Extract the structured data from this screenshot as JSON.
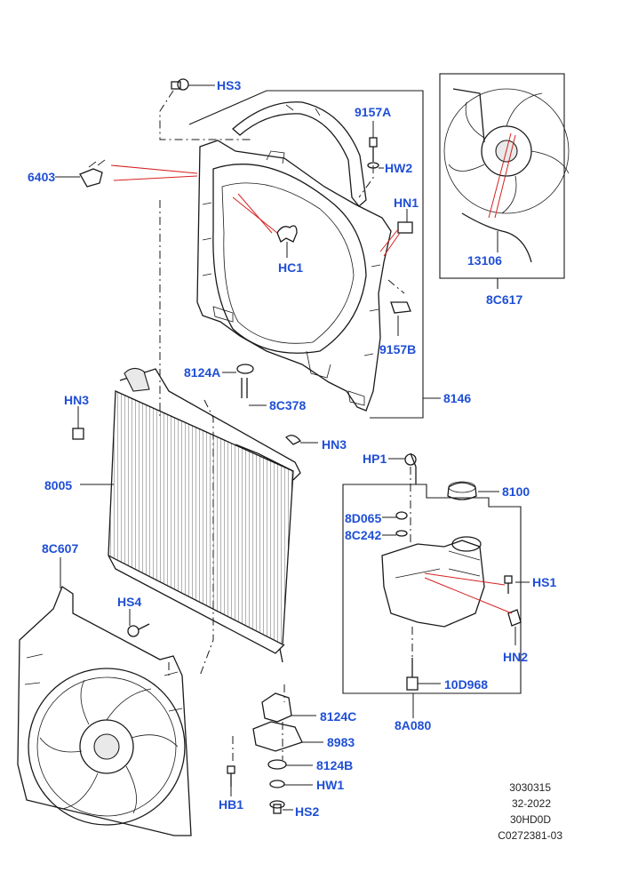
{
  "callouts": {
    "hs3": "HS3",
    "n9157a": "9157A",
    "hw2": "HW2",
    "n6403": "6403",
    "hn1": "HN1",
    "hc1": "HC1",
    "n13106": "13106",
    "n8c617": "8C617",
    "n9157b": "9157B",
    "n8124a": "8124A",
    "hn3_left": "HN3",
    "n8c378": "8C378",
    "n8146": "8146",
    "hn3_right": "HN3",
    "hp1": "HP1",
    "n8005": "8005",
    "n8100": "8100",
    "n8d065": "8D065",
    "n8c242": "8C242",
    "n8c607": "8C607",
    "hs1": "HS1",
    "hs4": "HS4",
    "hn2": "HN2",
    "n10d968": "10D968",
    "n8124c": "8124C",
    "n8a080": "8A080",
    "n8983": "8983",
    "n8124b": "8124B",
    "hw1": "HW1",
    "hb1": "HB1",
    "hs2": "HS2"
  },
  "reference": {
    "line1": "3030315",
    "line2": "32-2022",
    "line3": "30HD0D",
    "line4": "C0272381-03"
  },
  "colors": {
    "callout_text": "#1f4fd6",
    "line_art": "#1a1a1a",
    "indicator_lines": "#d62020",
    "background": "#ffffff"
  }
}
